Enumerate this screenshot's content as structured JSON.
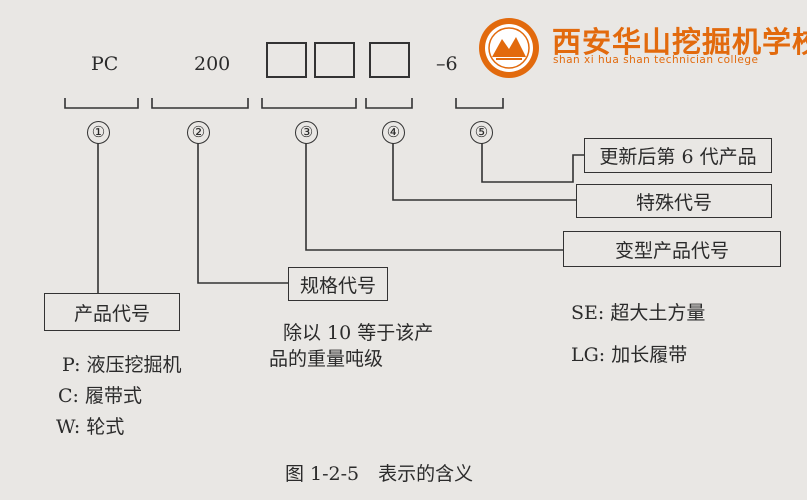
{
  "header": {
    "school_name": "西安华山挖掘机学校",
    "school_name_en": "shan xi hua shan technician college",
    "brand_color": "#e26a0d"
  },
  "model_code": {
    "part1": "PC",
    "part2": "200",
    "suffix": "–6"
  },
  "markers": [
    "①",
    "②",
    "③",
    "④",
    "⑤"
  ],
  "boxes": {
    "product_code": "产品代号",
    "spec_code": "规格代号",
    "variant_code": "变型产品代号",
    "special_code": "特殊代号",
    "generation": "更新后第 6 代产品"
  },
  "product_notes": [
    "P: 液压挖掘机",
    "C: 履带式",
    "W: 轮式"
  ],
  "spec_note": [
    "除以 10 等于该产",
    "品的重量吨级"
  ],
  "special_notes": [
    "SE: 超大土方量",
    "LG: 加长履带"
  ],
  "caption": "图 1-2-5　表示的含义"
}
